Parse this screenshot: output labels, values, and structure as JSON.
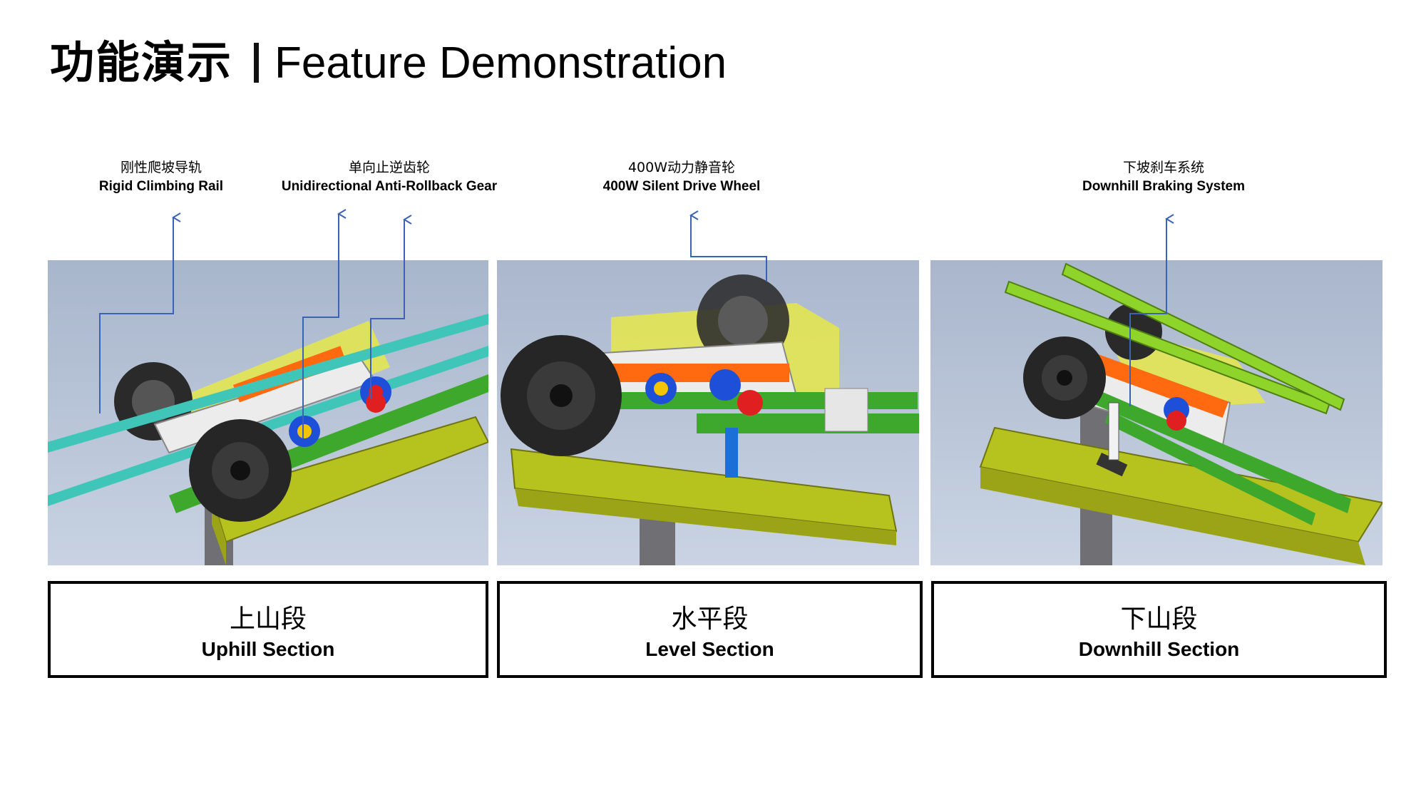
{
  "title": {
    "zh": "功能演示",
    "en": "Feature Demonstration"
  },
  "callouts": [
    {
      "zh": "刚性爬坡导轨",
      "en": "Rigid Climbing Rail"
    },
    {
      "zh": "单向止逆齿轮",
      "en": "Unidirectional Anti-Rollback Gear"
    },
    {
      "zh": "400W动力静音轮",
      "en": "400W Silent Drive Wheel"
    },
    {
      "zh": "下坡刹车系统",
      "en": "Downhill Braking System"
    }
  ],
  "sections": [
    {
      "zh": "上山段",
      "en": "Uphill Section"
    },
    {
      "zh": "水平段",
      "en": "Level Section"
    },
    {
      "zh": "下山段",
      "en": "Downhill Section"
    }
  ],
  "colors": {
    "leader_line": "#3a63b8",
    "background_render": "#b9c6dc",
    "rail_teal": "#3fc6b8",
    "tube_green": "#3ea82c",
    "beam_olive": "#b6c21e",
    "housing_yellow": "#e6e84a",
    "gear_blue": "#1d4fd8",
    "gear_red": "#e02020",
    "arm_orange": "#ff6a10",
    "wheel_dark": "#2a2a2a"
  }
}
